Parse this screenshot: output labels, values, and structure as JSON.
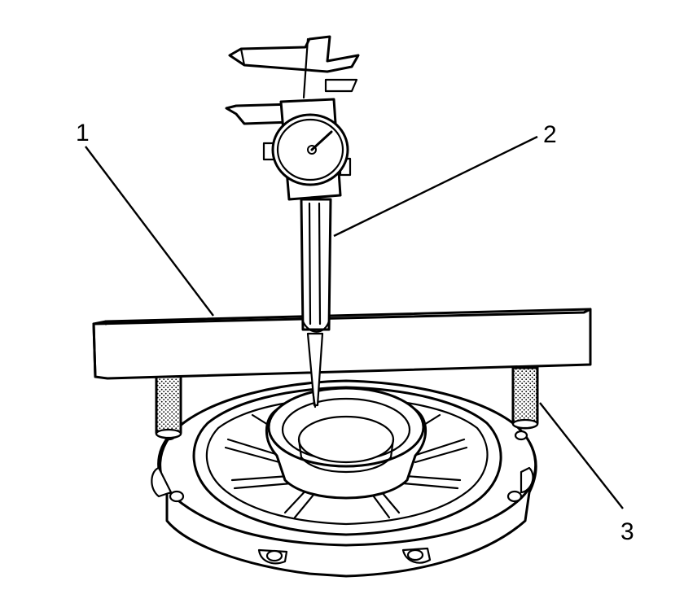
{
  "callouts": [
    {
      "id": "1",
      "label": "1"
    },
    {
      "id": "2",
      "label": "2"
    },
    {
      "id": "3",
      "label": "3"
    }
  ],
  "colors": {
    "line": "#000000",
    "background": "#ffffff"
  },
  "icons": {
    "dial-caliper": "dial-caliper-icon",
    "straight-edge": "straight-edge-icon",
    "gauge-block": "gauge-block-icon",
    "housing": "transmission-housing-icon"
  }
}
